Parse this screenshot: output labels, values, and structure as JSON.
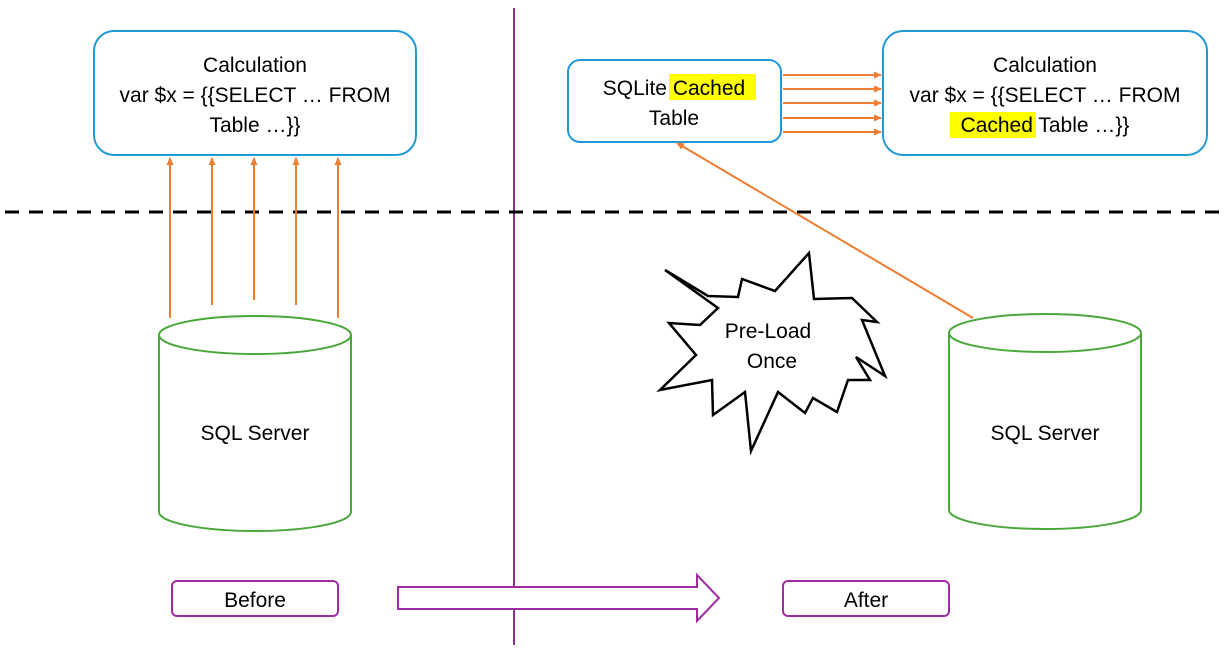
{
  "colors": {
    "box_border": "#1f9ad6",
    "cylinder_border": "#4aa83a",
    "arrow": "#ed7d31",
    "divider": "#8e2d8e",
    "label_border": "#a12ba1",
    "dashed_line": "#000000",
    "highlight": "#ffff00"
  },
  "before": {
    "calc": {
      "line1": "Calculation",
      "line2": "var $x = {{SELECT … FROM",
      "line3": "Table …}}"
    },
    "db_label": "SQL Server",
    "caption": "Before"
  },
  "after": {
    "cache": {
      "prefix": "SQLite ",
      "highlight": "Cached",
      "line2": "Table"
    },
    "calc": {
      "line1": "Calculation",
      "line2": "var $x = {{SELECT … FROM",
      "line3_highlight": "Cached",
      "line3_rest": " Table …}}"
    },
    "burst": {
      "line1": "Pre-Load",
      "line2": "Once"
    },
    "db_label": "SQL Server",
    "caption": "After"
  }
}
